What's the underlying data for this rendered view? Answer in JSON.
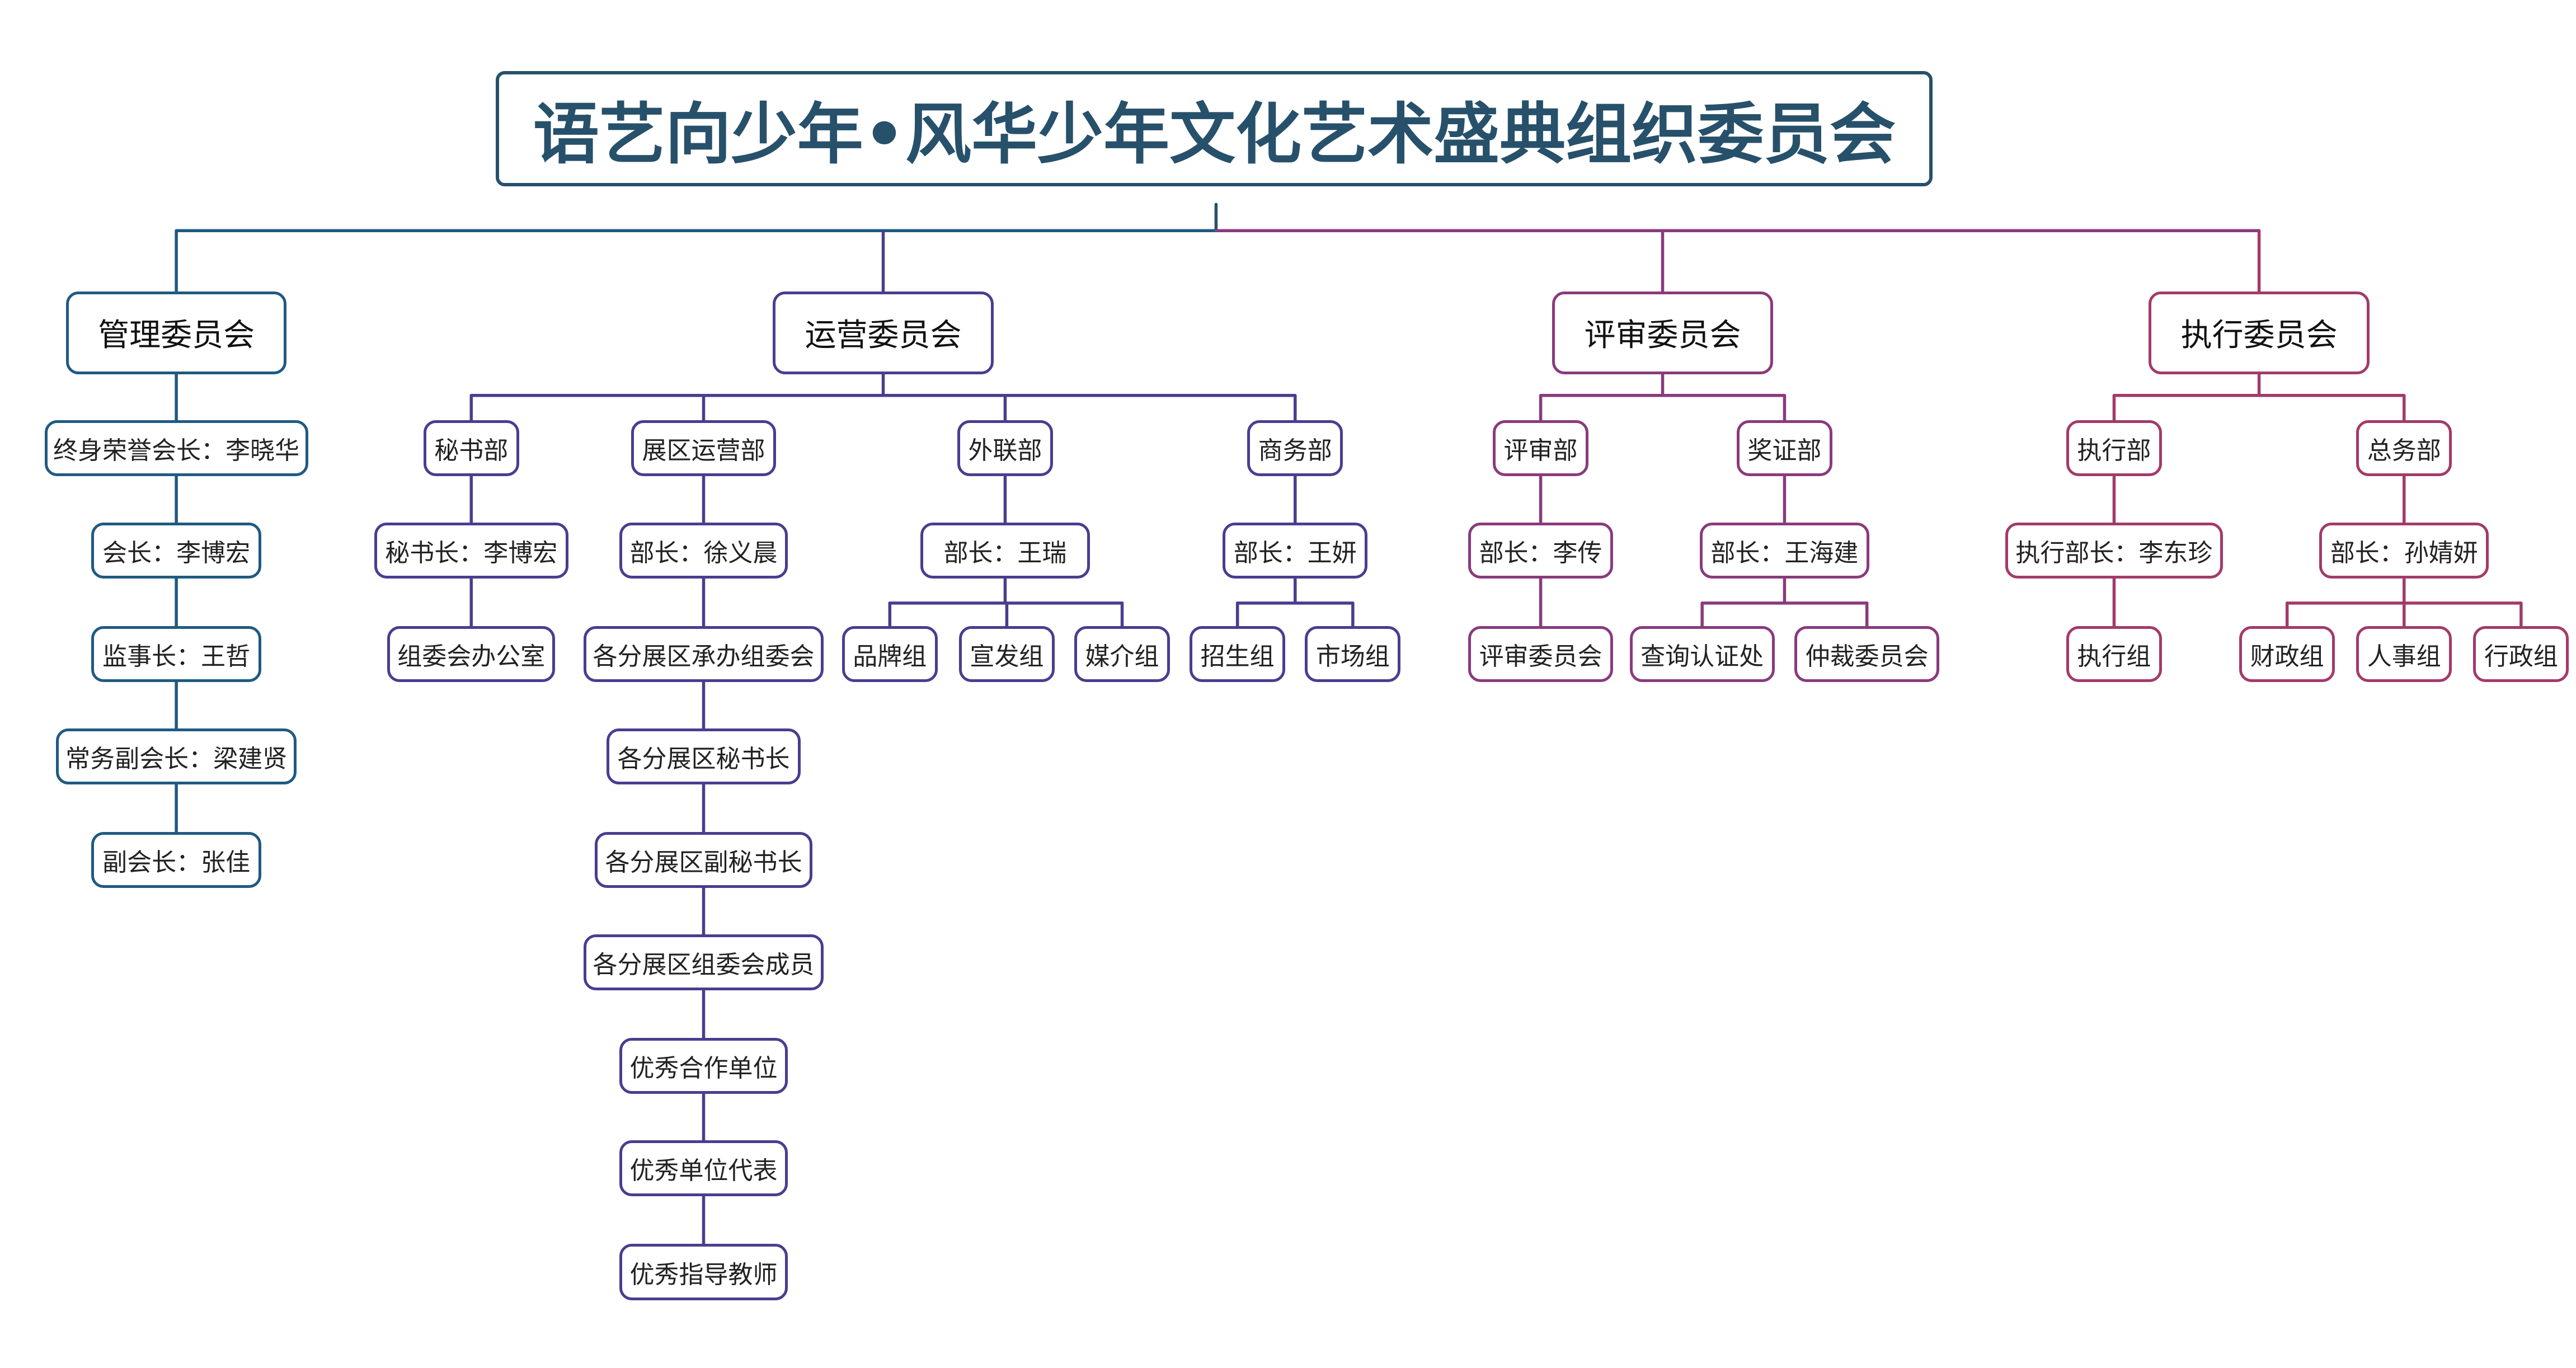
{
  "title": "语艺向少年•风华少年文化艺术盛典组织委员会",
  "colors": {
    "title": "#27506b",
    "mgmt": "#1f5a82",
    "ops": "#4a3d8f",
    "review": "#8a3a7e",
    "exec": "#a33a6a"
  },
  "committees": [
    {
      "name": "管理委员会",
      "members": [
        "终身荣誉会长：李晓华",
        "会长：李博宏",
        "监事长：王哲",
        "常务副会长：梁建贤",
        "副会长：张佳"
      ]
    },
    {
      "name": "运营委员会",
      "departments": [
        {
          "name": "秘书部",
          "chain": [
            "秘书长：李博宏",
            "组委会办公室"
          ]
        },
        {
          "name": "展区运营部",
          "chain": [
            "部长：徐义晨",
            "各分展区承办组委会",
            "各分展区秘书长",
            "各分展区副秘书长",
            "各分展区组委会成员",
            "优秀合作单位",
            "优秀单位代表",
            "优秀指导教师"
          ]
        },
        {
          "name": "外联部",
          "head": "部长：王瑞",
          "groups": [
            "品牌组",
            "宣发组",
            "媒介组"
          ]
        },
        {
          "name": "商务部",
          "head": "部长：王妍",
          "groups": [
            "招生组",
            "市场组"
          ]
        }
      ]
    },
    {
      "name": "评审委员会",
      "departments": [
        {
          "name": "评审部",
          "head": "部长：李传",
          "groups": [
            "评审委员会"
          ]
        },
        {
          "name": "奖证部",
          "head": "部长：王海建",
          "groups": [
            "查询认证处",
            "仲裁委员会"
          ]
        }
      ]
    },
    {
      "name": "执行委员会",
      "departments": [
        {
          "name": "执行部",
          "head": "执行部长：李东珍",
          "groups": [
            "执行组"
          ]
        },
        {
          "name": "总务部",
          "head": "部长：孙婧妍",
          "groups": [
            "财政组",
            "人事组",
            "行政组"
          ]
        }
      ]
    }
  ]
}
